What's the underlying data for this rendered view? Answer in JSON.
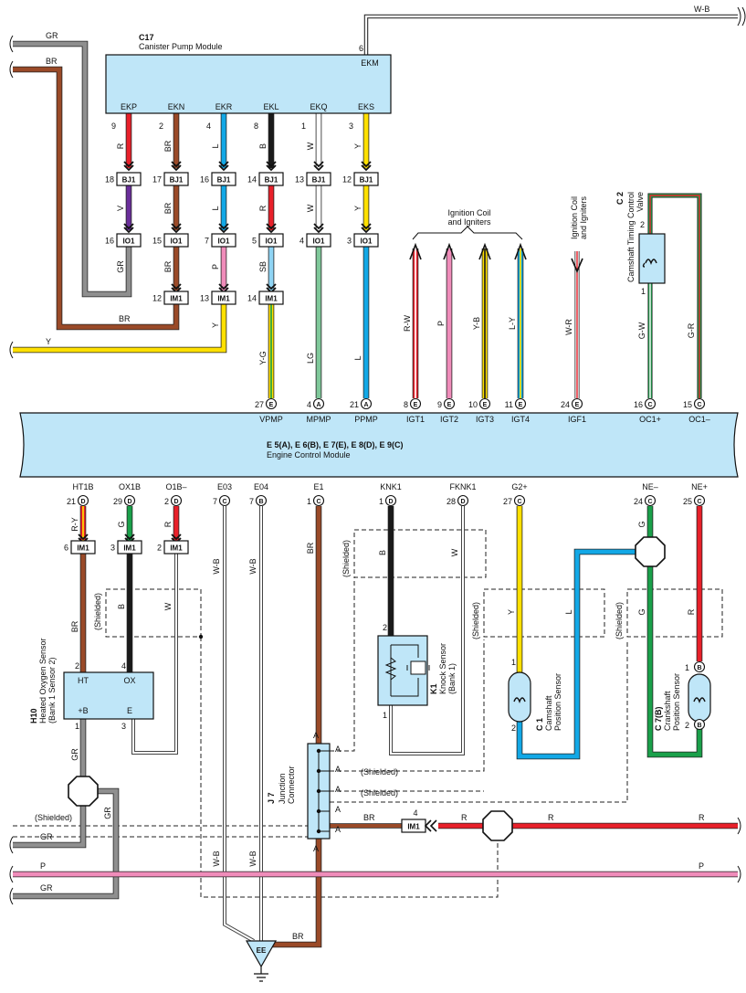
{
  "colors": {
    "R": "#e8202a",
    "BR": "#9a4a28",
    "L": "#12a8e6",
    "B": "#1a1a1a",
    "W": "#ffffff",
    "Y": "#ffe000",
    "V": "#6a2e9a",
    "P": "#f08cba",
    "SB": "#8fd4f4",
    "LG": "#7fc89a",
    "GR": "#8f8f8f",
    "G": "#1aa04a",
    "module_fill": "#bfe6f8"
  },
  "c17": {
    "code": "C17",
    "title": "Canister Pump Module",
    "ekm_label": "EKM",
    "ekm_pin": "6",
    "terminals": [
      "EKP",
      "EKN",
      "EKR",
      "EKL",
      "EKQ",
      "EKS"
    ],
    "pins": [
      "9",
      "2",
      "4",
      "8",
      "1",
      "3"
    ],
    "wire_colors": [
      "R",
      "BR",
      "L",
      "B",
      "W",
      "Y"
    ]
  },
  "bj1": {
    "label": "BJ1",
    "pins": [
      "18",
      "17",
      "16",
      "14",
      "13",
      "12"
    ]
  },
  "bj1_out_colors": [
    "V",
    "BR",
    "L",
    "R",
    "W",
    "Y"
  ],
  "io1": {
    "label": "IO1",
    "pins": [
      "16",
      "15",
      "7",
      "5",
      "4",
      "3"
    ]
  },
  "io1_out_colors": [
    "GR",
    "BR",
    "P",
    "SB",
    "LG",
    "L"
  ],
  "im1": {
    "label": "IM1",
    "pins_top": [
      "12",
      "13",
      "14"
    ]
  },
  "im1_out_colors": [
    "Y",
    "Y-G"
  ],
  "left_wires": {
    "gr": "GR",
    "br": "BR",
    "y": "Y"
  },
  "top_right_wire": "W-B",
  "ignition_group": "Ignition Coil and Igniters",
  "ignition_single": [
    "Ignition Coil",
    "and Igniters"
  ],
  "ign_wire_colors": [
    "R-W",
    "P",
    "Y-B",
    "L-Y"
  ],
  "igf_wire": "W-R",
  "c2": {
    "code": "C 2",
    "title": [
      "Camshaft Timing Control",
      "Valve"
    ],
    "pins": [
      "2",
      "1"
    ],
    "wire_colors": [
      "G-W",
      "G-R"
    ]
  },
  "ecm": {
    "title_codes": "E 5(A), E 6(B), E 7(E), E 8(D), E 9(C)",
    "title": "Engine Control Module",
    "top_terminals": [
      {
        "pin": "27",
        "conn": "E",
        "name": "VPMP"
      },
      {
        "pin": "4",
        "conn": "A",
        "name": "MPMP"
      },
      {
        "pin": "21",
        "conn": "A",
        "name": "PPMP"
      },
      {
        "pin": "8",
        "conn": "E",
        "name": "IGT1"
      },
      {
        "pin": "9",
        "conn": "E",
        "name": "IGT2"
      },
      {
        "pin": "10",
        "conn": "E",
        "name": "IGT3"
      },
      {
        "pin": "11",
        "conn": "E",
        "name": "IGT4"
      },
      {
        "pin": "24",
        "conn": "E",
        "name": "IGF1"
      },
      {
        "pin": "16",
        "conn": "C",
        "name": "OC1+"
      },
      {
        "pin": "15",
        "conn": "C",
        "name": "OC1–"
      }
    ],
    "bottom_terminals": [
      {
        "pin": "21",
        "conn": "D",
        "name": "HT1B"
      },
      {
        "pin": "29",
        "conn": "D",
        "name": "OX1B"
      },
      {
        "pin": "2",
        "conn": "D",
        "name": "O1B–"
      },
      {
        "pin": "7",
        "conn": "C",
        "name": "E03"
      },
      {
        "pin": "7",
        "conn": "B",
        "name": "E04"
      },
      {
        "pin": "1",
        "conn": "C",
        "name": "E1"
      },
      {
        "pin": "1",
        "conn": "D",
        "name": "KNK1"
      },
      {
        "pin": "28",
        "conn": "D",
        "name": "FKNK1"
      },
      {
        "pin": "27",
        "conn": "C",
        "name": "G2+"
      },
      {
        "pin": "24",
        "conn": "C",
        "name": "NE–"
      },
      {
        "pin": "25",
        "conn": "C",
        "name": "NE+"
      }
    ]
  },
  "o2_branch": {
    "wire_colors": [
      "R-Y",
      "G",
      "R"
    ],
    "im1_pins": [
      "6",
      "3",
      "2"
    ],
    "lower_colors": [
      "BR",
      "B",
      "W"
    ]
  },
  "h10": {
    "code": "H10",
    "title": [
      "Heated Oxygen Sensor",
      "(Bank 1 Sensor 2)"
    ],
    "terminals": [
      "HT",
      "OX",
      "+B",
      "E"
    ],
    "pins": [
      "2",
      "4",
      "1",
      "3"
    ]
  },
  "ground_wires": [
    "W-B",
    "W-B"
  ],
  "e1_wire": "BR",
  "k1": {
    "code": "K1",
    "title": [
      "Knock Sensor",
      "(Bank 1)"
    ],
    "pins": [
      "2",
      "1"
    ],
    "wire_colors": [
      "B",
      "W"
    ]
  },
  "c1": {
    "code": "C 1",
    "title": [
      "Camshaft",
      "Position Sensor"
    ],
    "pins": [
      "1",
      "2"
    ],
    "wire_colors": [
      "Y",
      "L"
    ]
  },
  "c7": {
    "code": "C 7(B)",
    "title": [
      "Crankshaft",
      "Position Sensor"
    ],
    "pins": [
      "1",
      "2"
    ],
    "pin_conn": "B",
    "wire_colors": [
      "G",
      "R"
    ]
  },
  "shielded": "(Shielded)",
  "j7": {
    "code": "J 7",
    "title": [
      "Junction",
      "Connector"
    ],
    "pin": "A",
    "im1_pin": "4",
    "wire_color": "BR"
  },
  "bottom_lines": {
    "r": "R",
    "p": "P",
    "gr": "GR"
  },
  "ground": "EE"
}
